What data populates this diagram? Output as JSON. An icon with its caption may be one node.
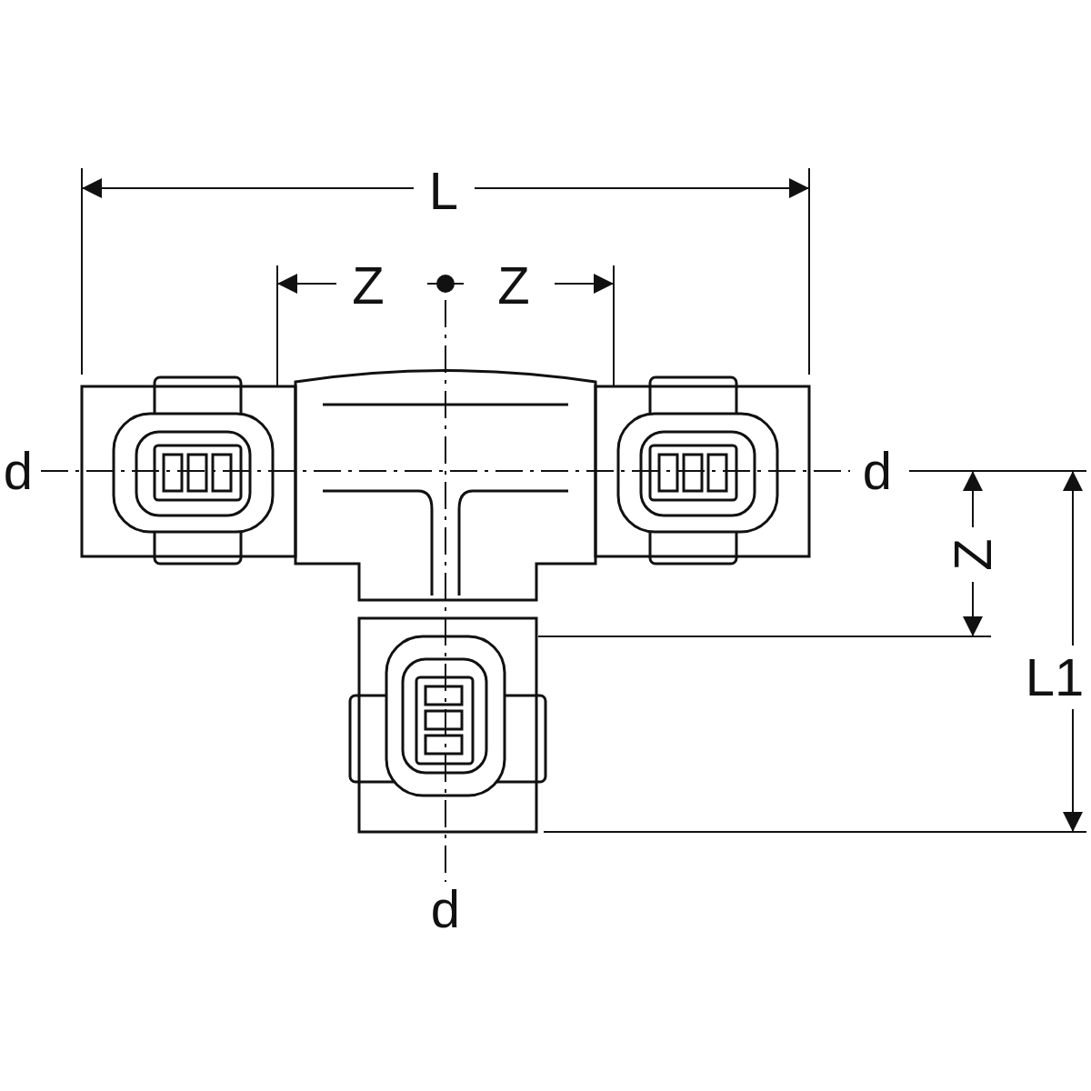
{
  "diagram": {
    "labels": [
      "L",
      "Z",
      "Z",
      "d",
      "d",
      "Z",
      "L1",
      "d"
    ]
  }
}
